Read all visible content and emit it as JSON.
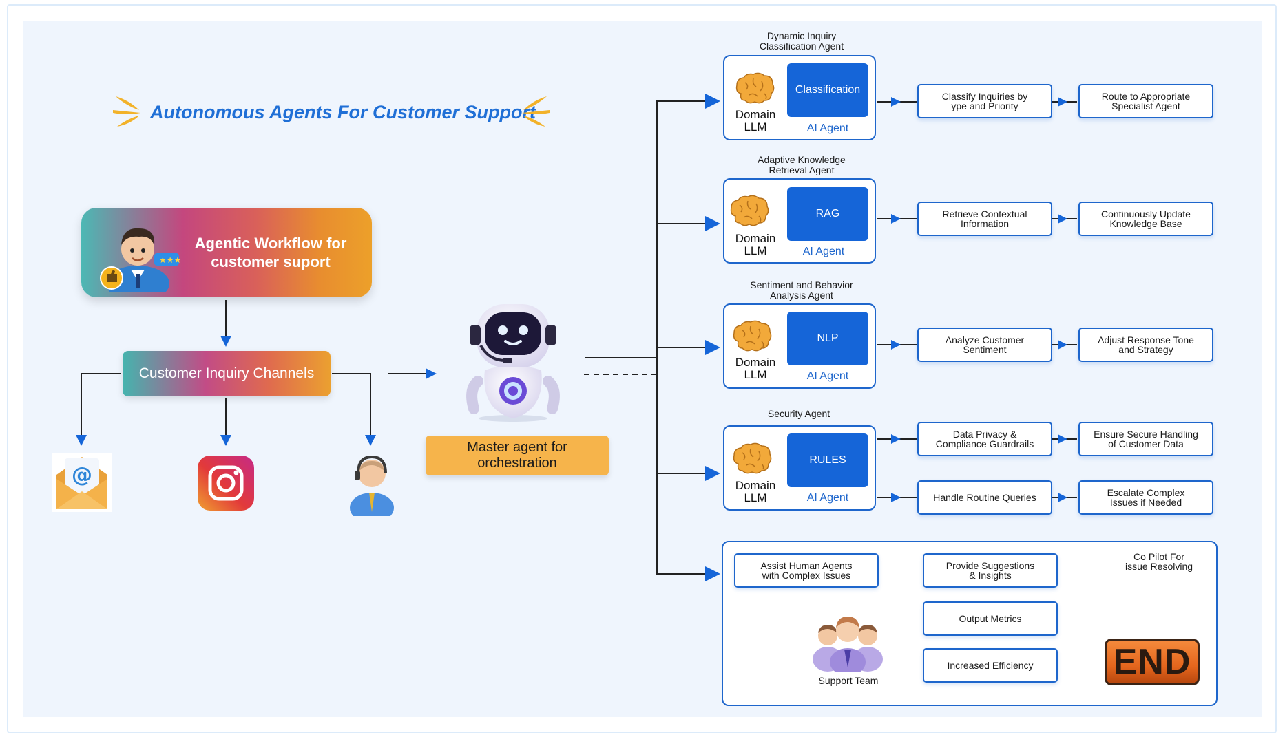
{
  "title": "Autonomous Agents For Customer Support",
  "agentic_workflow": "Agentic Workflow for customer suport",
  "channels_label": "Customer Inquiry Channels",
  "master_agent": "Master agent for orchestration",
  "agents": [
    {
      "label": "Dynamic Inquiry\nClassification Agent",
      "domain": "Domain\nLLM",
      "tile": "Classification",
      "ai": "AI Agent",
      "outputs": [
        [
          "Classify Inquiries by\nype and Priority",
          "Route to Appropriate\nSpecialist Agent"
        ]
      ]
    },
    {
      "label": "Adaptive Knowledge\nRetrieval Agent",
      "domain": "Domain\nLLM",
      "tile": "RAG",
      "ai": "AI Agent",
      "outputs": [
        [
          "Retrieve Contextual\nInformation",
          "Continuously Update\nKnowledge Base"
        ]
      ]
    },
    {
      "label": "Sentiment and Behavior\nAnalysis Agent",
      "domain": "Domain\nLLM",
      "tile": "NLP",
      "ai": "AI Agent",
      "outputs": [
        [
          "Analyze Customer\nSentiment",
          "Adjust Response Tone\nand Strategy"
        ]
      ]
    },
    {
      "label": "Security Agent",
      "domain": "Domain\nLLM",
      "tile": "RULES",
      "ai": "AI Agent",
      "outputs": [
        [
          "Data Privacy &\nCompliance Guardrails",
          "Ensure Secure Handling\nof Customer Data"
        ],
        [
          "Handle Routine Queries",
          "Escalate Complex\nIssues if Needed"
        ]
      ]
    }
  ],
  "copilot": {
    "title": "Co Pilot For\nissue Resolving",
    "assist": "Assist Human Agents\nwith Complex Issues",
    "suggestions": "Provide Suggestions\n& Insights",
    "metrics": "Output Metrics",
    "efficiency": "Increased Efficiency",
    "team": "Support Team",
    "end": "END"
  },
  "colors": {
    "accent": "#1e66cc",
    "tile": "#1565d8",
    "master": "#f6b44b",
    "panel": "#eff5fd"
  },
  "icons": [
    "sparkle-icon",
    "user-avatar-icon",
    "email-icon",
    "instagram-icon",
    "support-agent-icon",
    "robot-icon",
    "brain-icon",
    "support-team-icon",
    "end-button"
  ]
}
